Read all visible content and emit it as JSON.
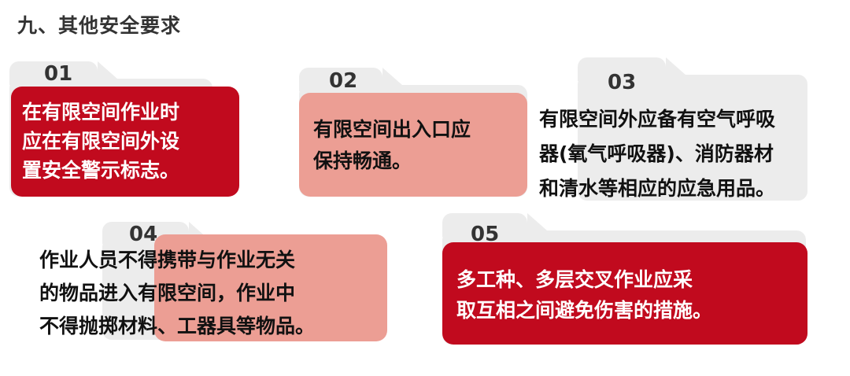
{
  "title": "九、其他安全要求",
  "cards": [
    {
      "number": "01",
      "lines": [
        "在有限空间作业时",
        "应在有限空间外设",
        "置安全警示标志。"
      ]
    },
    {
      "number": "02",
      "lines": [
        "有限空间出入口应",
        "保持畅通。"
      ]
    },
    {
      "number": "03",
      "lines": [
        "有限空间外应备有空气呼吸",
        "器(氧气呼吸器)、消防器材",
        "和清水等相应的应急用品。"
      ]
    },
    {
      "number": "04",
      "lines": [
        "作业人员不得携带与作业无关",
        "的物品进入有限空间，作业中",
        "不得抛掷材料、工器具等物品。"
      ]
    },
    {
      "number": "05",
      "lines": [
        "多工种、多层交叉作业应采",
        "取互相之间避免伤害的措施。"
      ]
    }
  ],
  "colors": {
    "dark_red": "#c10a1e",
    "light_red": "#ec9e94",
    "folder_gray": "#ececec",
    "title_gray": "#333333"
  }
}
